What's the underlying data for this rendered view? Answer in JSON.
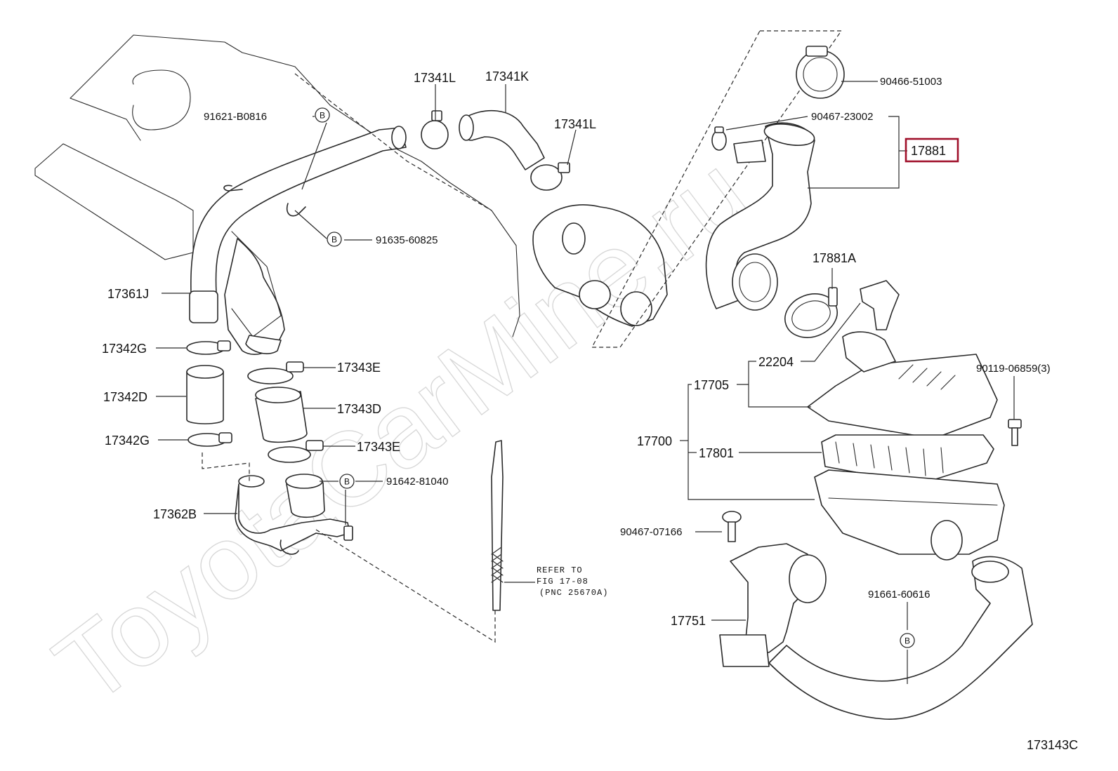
{
  "watermark": "ToyotaCarMine.ru",
  "bolt_symbol": "B",
  "labels": {
    "p91621": "91621-B0816",
    "p91635": "91635-60825",
    "p17361J": "17361J",
    "p17342G_a": "17342G",
    "p17342D": "17342D",
    "p17342G_b": "17342G",
    "p17362B": "17362B",
    "p17341L_a": "17341L",
    "p17341K": "17341K",
    "p17341L_b": "17341L",
    "p17343E_a": "17343E",
    "p17343D": "17343D",
    "p17343E_b": "17343E",
    "p91642": "91642-81040",
    "p90466": "90466-51003",
    "p90467_23002": "90467-23002",
    "p17881": "17881",
    "p17881A": "17881A",
    "p22204": "22204",
    "p17705": "17705",
    "p17700": "17700",
    "p17801": "17801",
    "p90119": "90119-06859(3)",
    "p90467_07166": "90467-07166",
    "p17751": "17751",
    "p91661": "91661-60616",
    "figure_id": "173143C"
  },
  "refer_note": {
    "line1": "REFER TO",
    "line2": "FIG 17-08",
    "line3": "(PNC 25670A)"
  },
  "highlighted_part": "17881",
  "colors": {
    "highlight": "#a0102a",
    "linework": "#2a2a2a"
  }
}
